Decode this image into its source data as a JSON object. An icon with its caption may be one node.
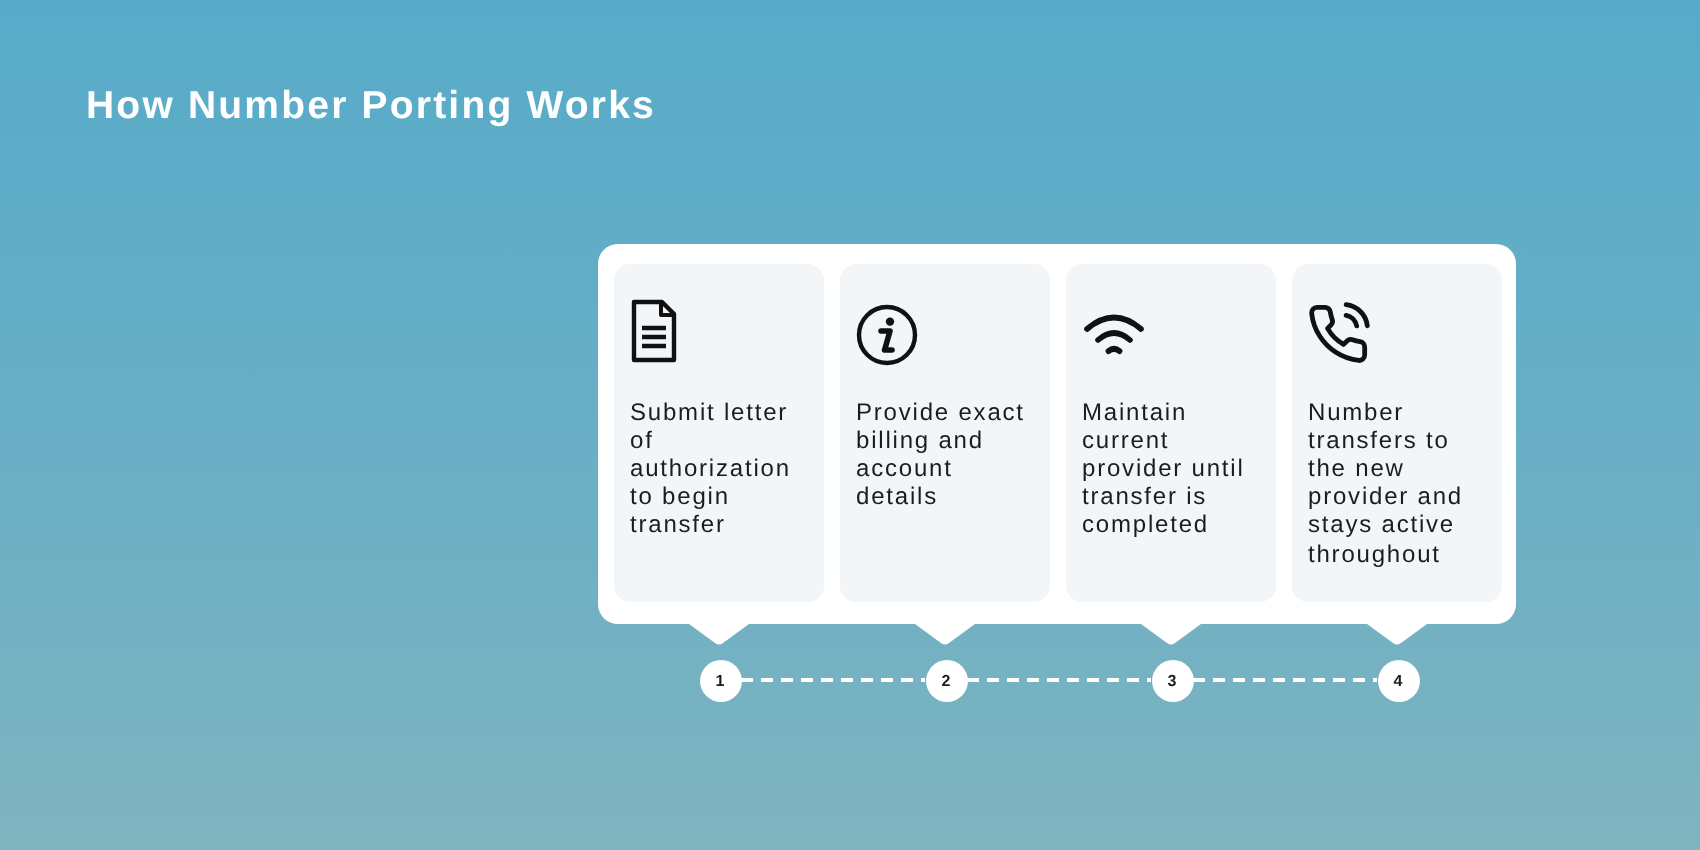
{
  "diagram": {
    "title": "How Number Porting Works",
    "nodes": [
      {
        "text": [],
        "shape": "callout"
      },
      {
        "text": [
          "Submit letter of authorization to begin transfer"
        ],
        "in": 0
      },
      {
        "text": [
          "Provide exact billing and account details"
        ],
        "in": 0
      },
      {
        "text": [
          "Maintain current provider until transfer is completed"
        ],
        "in": 0
      },
      {
        "text": [
          "Number transfers to the new provider and stays active throughout"
        ],
        "in": 0
      },
      {
        "text": [
          "1"
        ]
      },
      {
        "text": [
          "2"
        ]
      },
      {
        "text": [
          "3"
        ]
      },
      {
        "text": [
          "4"
        ]
      }
    ],
    "edges": [
      {
        "from": 5,
        "to": 6,
        "arrow": "none",
        "style": "dashed"
      },
      {
        "from": 6,
        "to": 7,
        "arrow": "none",
        "style": "dashed"
      },
      {
        "from": 7,
        "to": 8,
        "arrow": "none",
        "style": "dashed"
      }
    ]
  }
}
